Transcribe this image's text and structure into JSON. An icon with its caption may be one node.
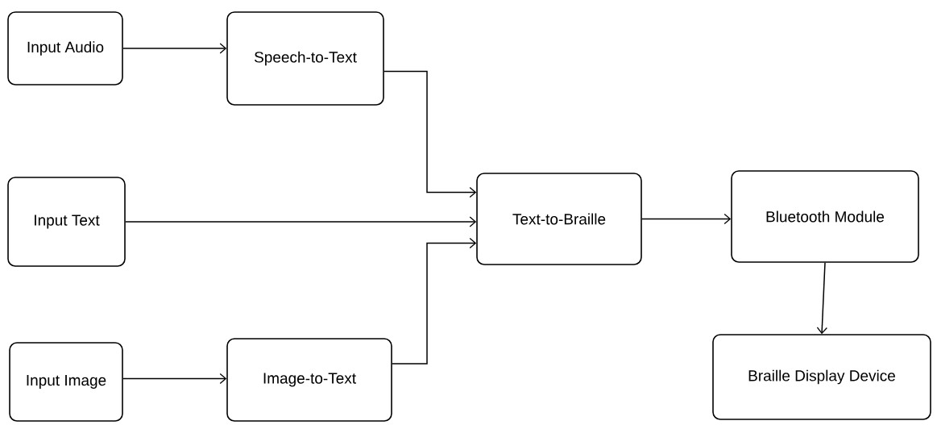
{
  "diagram": {
    "nodes": [
      {
        "text": [
          "Input Audio"
        ]
      },
      {
        "text": [
          "Speech-to-Text"
        ]
      },
      {
        "text": [
          "Input Text"
        ]
      },
      {
        "text": [
          "Text-to-Braille"
        ]
      },
      {
        "text": [
          "Bluetooth Module"
        ]
      },
      {
        "text": [
          "Input Image"
        ]
      },
      {
        "text": [
          "Image-to-Text"
        ]
      },
      {
        "text": [
          "Braille Display Device"
        ]
      }
    ],
    "edges": [
      {
        "from": 0,
        "to": 1,
        "arrow": "to"
      },
      {
        "from": 1,
        "to": 3,
        "arrow": "to"
      },
      {
        "from": 2,
        "to": 3,
        "arrow": "to"
      },
      {
        "from": 6,
        "to": 3,
        "arrow": "to"
      },
      {
        "from": 5,
        "to": 6,
        "arrow": "to"
      },
      {
        "from": 3,
        "to": 4,
        "arrow": "to"
      },
      {
        "from": 4,
        "to": 7,
        "arrow": "to"
      }
    ]
  }
}
